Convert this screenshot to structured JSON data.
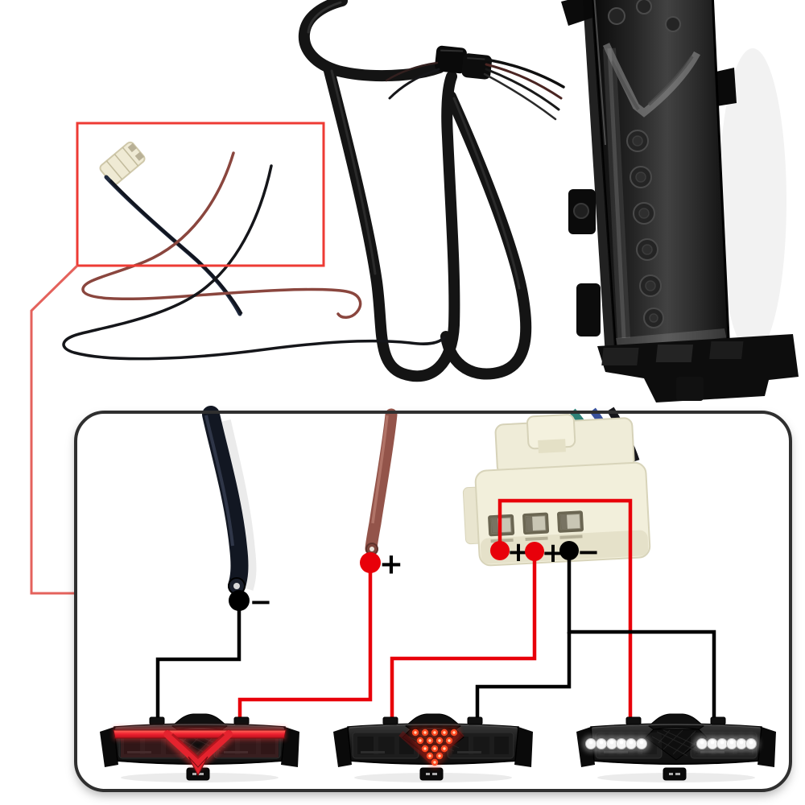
{
  "figure": {
    "background_color": "#ffffff",
    "callout": {
      "line_color": "#e4524c",
      "rect_color": "#ee3b34"
    },
    "wiring_diagram": {
      "panel_border_color": "#2f2f2f",
      "line_red": "#e8000a",
      "line_black": "#000000",
      "ground_wire": {
        "label": "−",
        "wire_color": "black"
      },
      "power_wire": {
        "label": "+",
        "wire_color": "red-brown"
      },
      "connector_pins": [
        {
          "label": "+",
          "dot_color": "#e8000a"
        },
        {
          "label": "+",
          "dot_color": "#e8000a"
        },
        {
          "label": "−",
          "dot_color": "#000000"
        }
      ],
      "lights": [
        {
          "icon": "taillight-red-bar-lit"
        },
        {
          "icon": "taillight-red-led-triangle-lit"
        },
        {
          "icon": "taillight-white-reverse-lit"
        }
      ],
      "led_red": "#ff4820",
      "led_white": "#f4f4f4",
      "brake_bar_red": "#ee2030"
    }
  }
}
